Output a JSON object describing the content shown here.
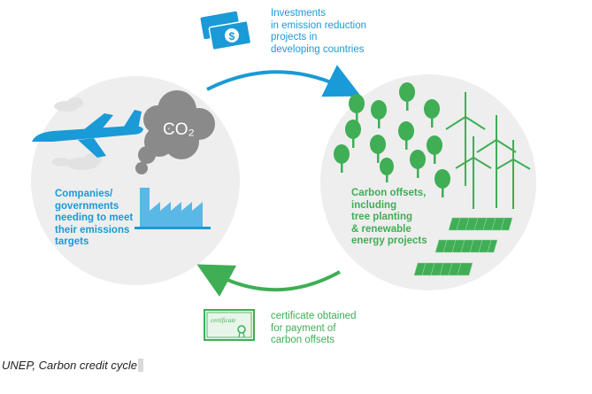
{
  "top_text": [
    "Investments",
    "in emission reduction",
    "projects in",
    "developing countries"
  ],
  "left_text": [
    "Companies/",
    "governments",
    "needing to meet",
    "their emissions",
    "targets"
  ],
  "right_text": [
    "Carbon offsets,",
    "including",
    "tree planting",
    "& renewable",
    "energy projects"
  ],
  "bottom_text": [
    "certificate obtained",
    "for payment of",
    "carbon offsets"
  ],
  "co2_label": "CO₂",
  "certificate_label": "certificate",
  "caption": "UNEP, Carbon credit cycle",
  "colors": {
    "blue": "#1a9ad6",
    "green": "#3fae55",
    "circle": "#eeeeee",
    "smoke": "#8a8a8a"
  }
}
